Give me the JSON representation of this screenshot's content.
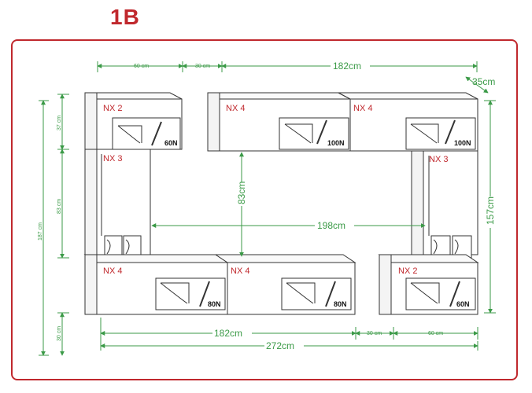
{
  "title": "1B",
  "units": {
    "nx2": "NX 2",
    "nx3": "NX 3",
    "nx4": "NX 4"
  },
  "forces": {
    "f60": "60N",
    "f80": "80N",
    "f100": "100N"
  },
  "dims": {
    "w60": "60 cm",
    "w30": "30 cm",
    "w182": "182cm",
    "w198": "198cm",
    "w272": "272cm",
    "d35": "35cm",
    "h37": "37 cm",
    "h83s": "83 cm",
    "h83": "83cm",
    "h187": "187 cm",
    "h30": "30 cm",
    "h157": "157cm"
  },
  "colors": {
    "accent": "#c0282d",
    "dimension": "#3b9a47",
    "outline": "#333333"
  }
}
